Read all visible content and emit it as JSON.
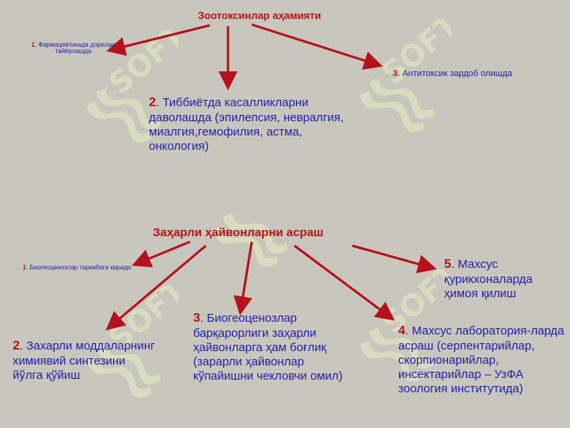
{
  "colors": {
    "background": "#c9c6bd",
    "title": "#b5121b",
    "text": "#1f1fa8",
    "arrow": "#b5121b",
    "watermark": "#e6f0c4"
  },
  "watermark": {
    "logo_text": "SOFT",
    "count": 5
  },
  "top": {
    "title": "Зоотоксинлар  аҳамияти",
    "items": [
      {
        "num": "1",
        "text": ". Фармацевтикада дорилар тайёрлашда"
      },
      {
        "num": "2",
        "text": ". Тиббиётда касалликларни даволашда (эпилепсия, невралгия, миалгия,гемофилия, астма, онкология)"
      },
      {
        "num": "3",
        "text": ". Антитоксик зардоб олишда"
      }
    ]
  },
  "bottom": {
    "title": "Заҳарли ҳайвонларни асраш",
    "items": [
      {
        "num": "1",
        "text": ". Биогеоценозлар таркибига киради"
      },
      {
        "num": "2",
        "text": ". Захарли моддаларнинг химиявий синтезини йўлга қўйиш"
      },
      {
        "num": "3",
        "text": ". Биогеоценозлар барқарорлиги заҳарли ҳайвонларга ҳам боғлиқ (зарарли ҳайвонлар кўпайишни чекловчи омил)"
      },
      {
        "num": "4",
        "text": ". Махсус лаборатория-ларда асраш (серпентарийлар, скорпионарийлар, инсектарийлар – УзФА зоология институтида)"
      },
      {
        "num": "5",
        "text": ". Махсус қурикхоналарда ҳимоя қилиш"
      }
    ]
  }
}
